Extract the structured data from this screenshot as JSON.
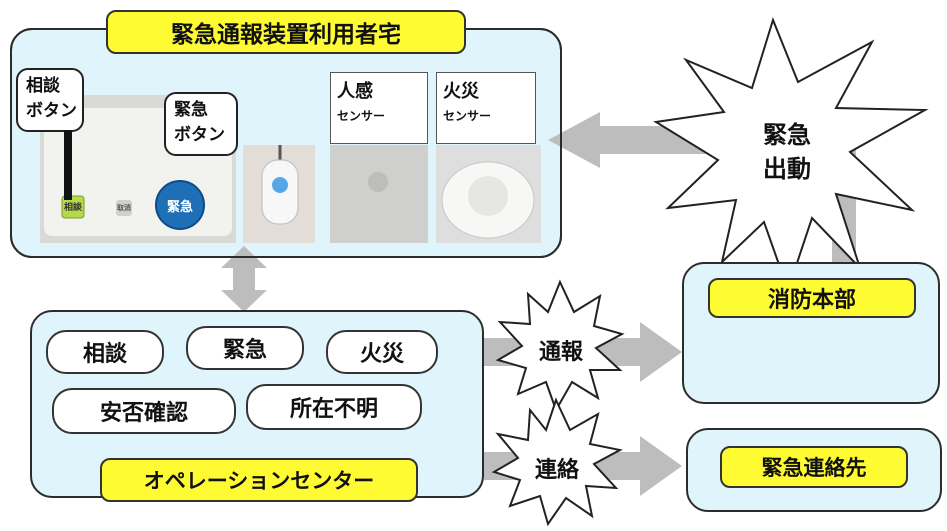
{
  "home": {
    "title": "緊急通報装置利用者宅",
    "callout_consult": [
      "相談",
      "ボタン"
    ],
    "callout_emergency": [
      "緊急",
      "ボタン"
    ],
    "device_btn_consult": "相談",
    "device_btn_mid": "取消",
    "device_btn_emergency": "緊急",
    "sensor_motion": [
      "人感",
      "センサー"
    ],
    "sensor_fire": [
      "火災",
      "センサー"
    ]
  },
  "dispatch_burst": [
    "緊急",
    "出動"
  ],
  "fire_hq": {
    "title": "消防本部"
  },
  "operation_center": {
    "title": "オペレーションセンター",
    "pills": [
      "相談",
      "緊急",
      "火災",
      "安否確認",
      "所在不明"
    ]
  },
  "report_burst": "通報",
  "contact_burst": "連絡",
  "emergency_contact": {
    "title": "緊急連絡先"
  },
  "colors": {
    "panel": "#dff5fb",
    "title_box": "#fffb33",
    "arrow": "#bdbdbd",
    "emergency_btn": "#1e6fb5"
  }
}
